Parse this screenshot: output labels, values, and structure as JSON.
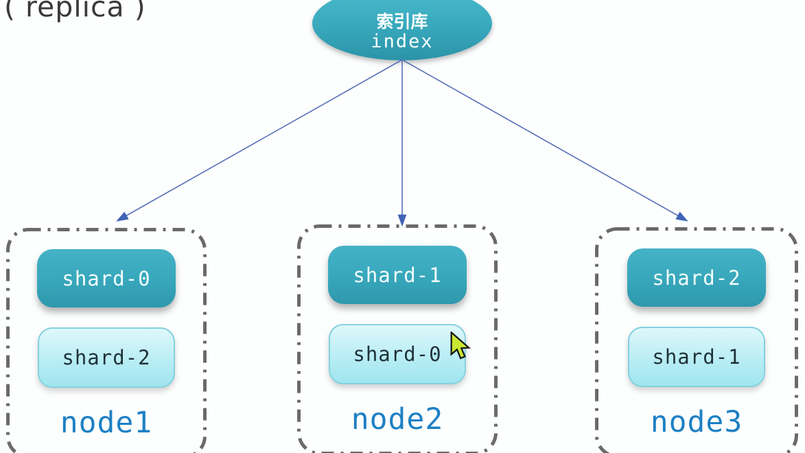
{
  "annotation": "( replica )",
  "index_node": {
    "label_zh": "索引库",
    "label_en": "index"
  },
  "nodes": [
    {
      "name": "node1",
      "primary_shard": "shard-0",
      "replica_shard": "shard-2"
    },
    {
      "name": "node2",
      "primary_shard": "shard-1",
      "replica_shard": "shard-0"
    },
    {
      "name": "node3",
      "primary_shard": "shard-2",
      "replica_shard": "shard-1"
    }
  ],
  "cursor": {
    "type": "arrow-pointer"
  },
  "colors": {
    "teal_dark": "#38a8bc",
    "teal_light": "#b6ecf4",
    "node_label": "#1d80c4",
    "arrow": "#5570b8",
    "arrowhead": "#3f63b5",
    "border": "#6a6a6a",
    "cursor_fill": "#c9e832",
    "annotation_text": "#3a3a3a"
  }
}
